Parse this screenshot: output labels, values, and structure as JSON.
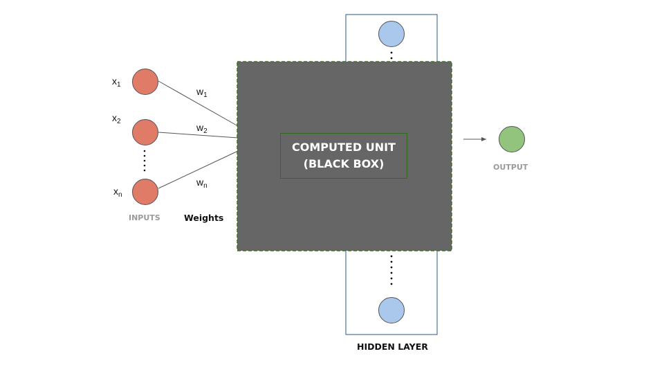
{
  "diagram": {
    "inputs": [
      {
        "var": "x",
        "sub": "1"
      },
      {
        "var": "x",
        "sub": "2"
      },
      {
        "var": "x",
        "sub": "n"
      }
    ],
    "weights": [
      {
        "var": "w",
        "sub": "1"
      },
      {
        "var": "w",
        "sub": "2"
      },
      {
        "var": "w",
        "sub": "n"
      }
    ],
    "inputs_label": "INPUTS",
    "weights_label": "Weights",
    "computed_unit": {
      "line1": "COMPUTED UNIT",
      "line2": "(BLACK BOX)"
    },
    "output_label": "OUTPUT",
    "hidden_layer_label": "HIDDEN LAYER"
  },
  "colors": {
    "input_node": "#e07b67",
    "hidden_node": "#a9c8ec",
    "output_node": "#93c47d",
    "black_box": "#666666",
    "hidden_frame": "#2a5a86",
    "dashed_border": "#38761d"
  }
}
